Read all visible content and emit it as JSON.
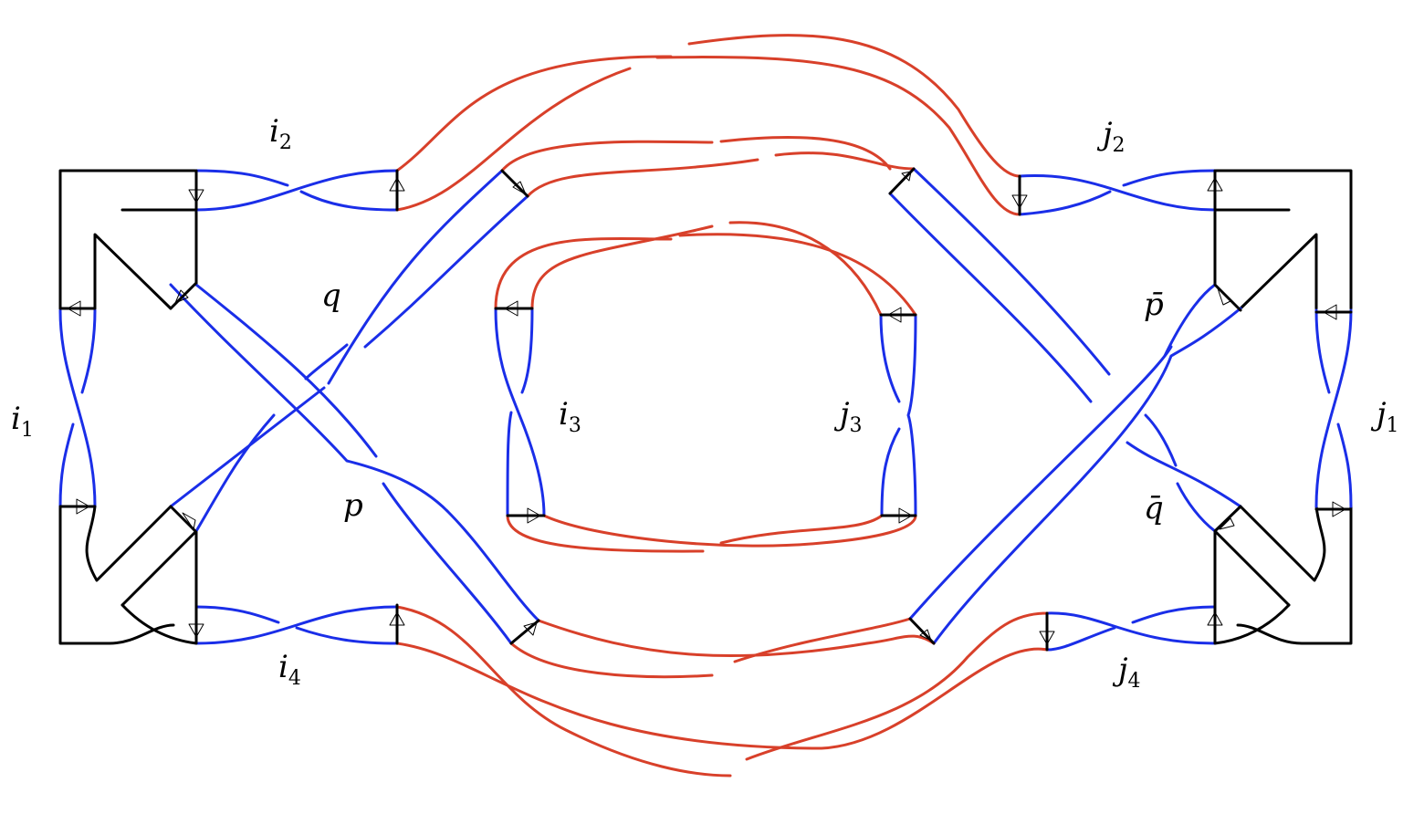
{
  "colors": {
    "black": "#000000",
    "blue": "#1a2ee8",
    "red": "#d8402a"
  },
  "labels": {
    "i1": {
      "base": "i",
      "sub": "1"
    },
    "i2": {
      "base": "i",
      "sub": "2"
    },
    "i3": {
      "base": "i",
      "sub": "3"
    },
    "i4": {
      "base": "i",
      "sub": "4"
    },
    "j1": {
      "base": "j",
      "sub": "1"
    },
    "j2": {
      "base": "j",
      "sub": "2"
    },
    "j3": {
      "base": "j",
      "sub": "3"
    },
    "j4": {
      "base": "j",
      "sub": "4"
    },
    "p": "p",
    "q": "q",
    "pbar": "p̄",
    "qbar": "q̄"
  }
}
